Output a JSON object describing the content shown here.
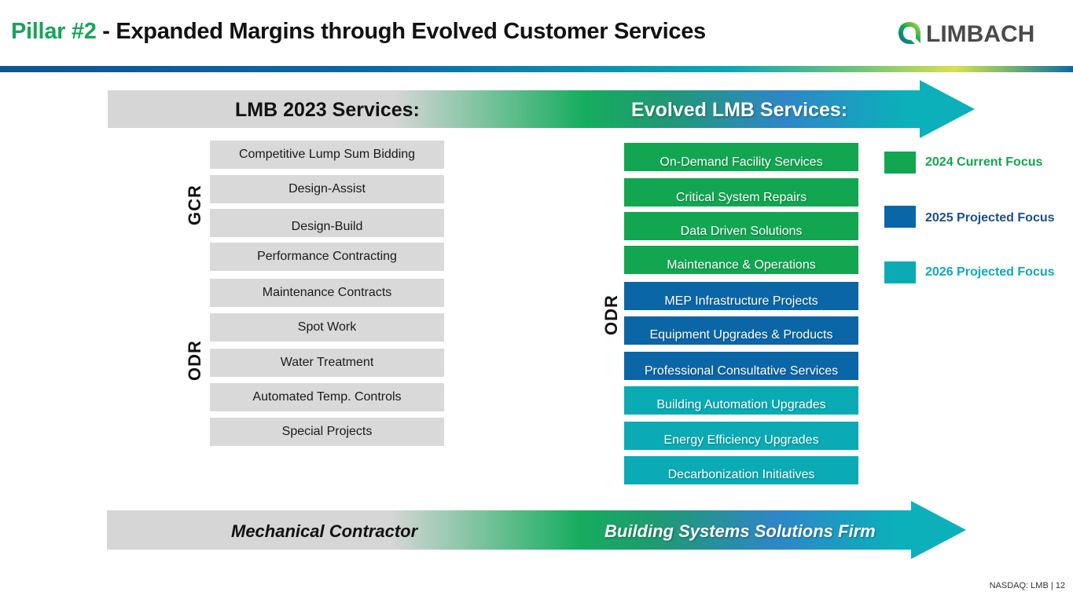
{
  "header": {
    "title_accent": "Pillar #2",
    "title_rest": " - Expanded Margins through Evolved Customer Services",
    "logo_text": "LIMBACH",
    "logo_icon": "limbach-q-mark-icon"
  },
  "top_arrow": {
    "left_label": "LMB 2023 Services:",
    "right_label": "Evolved LMB Services:"
  },
  "left_column": {
    "groups": [
      {
        "label": "GCR"
      },
      {
        "label": "ODR"
      }
    ],
    "items": [
      "Competitive Lump Sum Bidding",
      "Design-Assist",
      "Design-Build",
      "Performance Contracting",
      "Maintenance Contracts",
      "Spot Work",
      "Water Treatment",
      "Automated Temp. Controls",
      "Special Projects"
    ]
  },
  "right_column": {
    "group_label": "ODR",
    "items": [
      {
        "label": "On-Demand Facility Services",
        "focus": "2024"
      },
      {
        "label": "Critical System Repairs",
        "focus": "2024"
      },
      {
        "label": "Data Driven Solutions",
        "focus": "2024"
      },
      {
        "label": "Maintenance & Operations",
        "focus": "2024"
      },
      {
        "label": "MEP Infrastructure Projects",
        "focus": "2025"
      },
      {
        "label": "Equipment Upgrades & Products",
        "focus": "2025"
      },
      {
        "label": "Professional Consultative Services",
        "focus": "2025"
      },
      {
        "label": "Building Automation Upgrades",
        "focus": "2026"
      },
      {
        "label": "Energy Efficiency Upgrades",
        "focus": "2026"
      },
      {
        "label": "Decarbonization Initiatives",
        "focus": "2026"
      }
    ]
  },
  "legend": [
    {
      "key": "2024",
      "label": "2024 Current Focus",
      "color": "#12a650",
      "text_color": "#12a650"
    },
    {
      "key": "2025",
      "label": "2025 Projected Focus",
      "color": "#0b66a8",
      "text_color": "#1c4f8a"
    },
    {
      "key": "2026",
      "label": "2026 Projected Focus",
      "color": "#0aabb5",
      "text_color": "#0aabb5"
    }
  ],
  "bottom_arrow": {
    "left_label": "Mechanical Contractor",
    "right_label": "Building Systems Solutions Firm"
  },
  "footer": {
    "text": "NASDAQ: LMB | 12"
  },
  "colors": {
    "accent_green": "#1aa35a",
    "box_gray": "#d9d9d9"
  }
}
